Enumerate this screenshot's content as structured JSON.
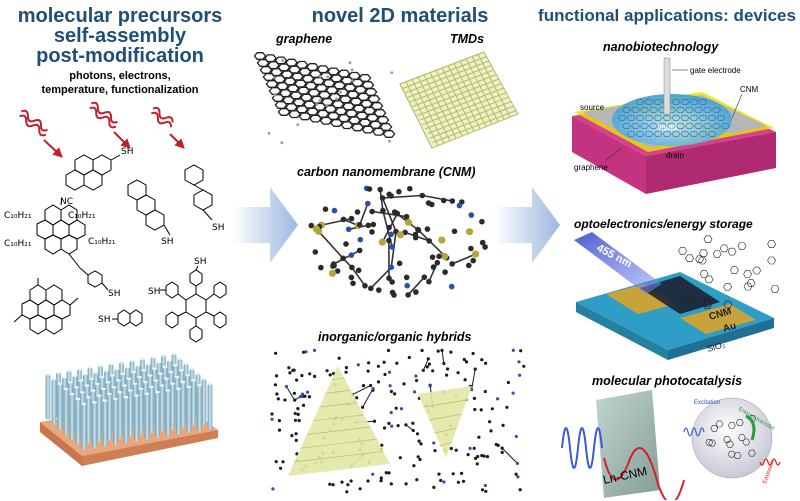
{
  "left": {
    "title_line1": "molecular precursors",
    "title_line2": "self-assembly",
    "title_line3": "post-modification",
    "sub_line1": "photons, electrons,",
    "sub_line2": "temperature, functionalization",
    "chem": {
      "sh1": "SH",
      "sh2": "SH",
      "sh3": "SH",
      "sh4": "SH",
      "sh5": "SH",
      "sh6": "SH",
      "sh7": "SH",
      "nc": "NC",
      "c10_1": "C₁₀H₂₁",
      "c10_2": "C₁₀H₂₁",
      "c10_3": "C₁₀H₂₁",
      "c10_4": "C₁₀H₂₁"
    }
  },
  "middle": {
    "title": "novel 2D materials",
    "graphene": "graphene",
    "tmds": "TMDs",
    "cnm": "carbon nanomembrane (CNM)",
    "hybrids": "inorganic/organic hybrids"
  },
  "right": {
    "title": "functional applications: devices",
    "nano": {
      "heading": "nanobiotechnology",
      "gate": "gate electrode",
      "cnm": "CNM",
      "source": "source",
      "liquid": "liquid",
      "drain": "drain",
      "graphene": "graphene"
    },
    "opto": {
      "heading": "optoelectronics/energy storage",
      "wavelength": "455 nm",
      "cnm": "CNM",
      "au": "Au",
      "sio2": "SiO₂"
    },
    "photo": {
      "heading": "molecular photocatalysis",
      "excitation": "Excitation",
      "energy": "Energy transfer",
      "emission": "Emission",
      "lncnm": "Ln-CNM"
    }
  },
  "colors": {
    "title_blue": "#1f4e79",
    "arrow_red": "#c0202a",
    "big_arrow": "#bcd0ea",
    "tmd_yellow": "#e3e6a6",
    "au_gold": "#c8a23a"
  }
}
